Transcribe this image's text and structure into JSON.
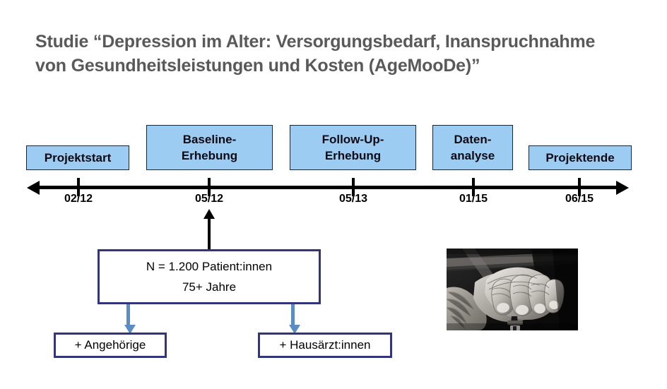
{
  "slide": {
    "title_line1": "Studie “Depression im Alter: Versorgungsbedarf, Inanspruchnahme",
    "title_line2": "von  Gesundheitsleistungen und Kosten (AgeMooDe)”",
    "background_color": "#FFFFFF",
    "title_color": "#595959"
  },
  "timeline": {
    "axis_color": "#000000",
    "phase_fill": "#9DCCF3",
    "phase_border": "#12263F",
    "milestones": [
      {
        "label": "Projektstart",
        "date": "02/12"
      },
      {
        "label": "Baseline-\nErhebung",
        "date": "05/12"
      },
      {
        "label": "Follow-Up-\nErhebung",
        "date": "05/13"
      },
      {
        "label": "Daten-\nanalyse",
        "date": "01/15"
      },
      {
        "label": "Projektende",
        "date": "06/15"
      }
    ]
  },
  "sample": {
    "line1": "N = 1.200 Patient:innen",
    "line2": "75+ Jahre",
    "border_color": "#33357C",
    "arrow_color": "#000000"
  },
  "additions": {
    "arrow_color": "#5B8CC4",
    "items": [
      {
        "label": "+ Angehörige"
      },
      {
        "label": "+ Hausärzt:innen"
      }
    ]
  },
  "photo": {
    "alt": "black-and-white photograph of elderly hands resting on a walking cane"
  }
}
